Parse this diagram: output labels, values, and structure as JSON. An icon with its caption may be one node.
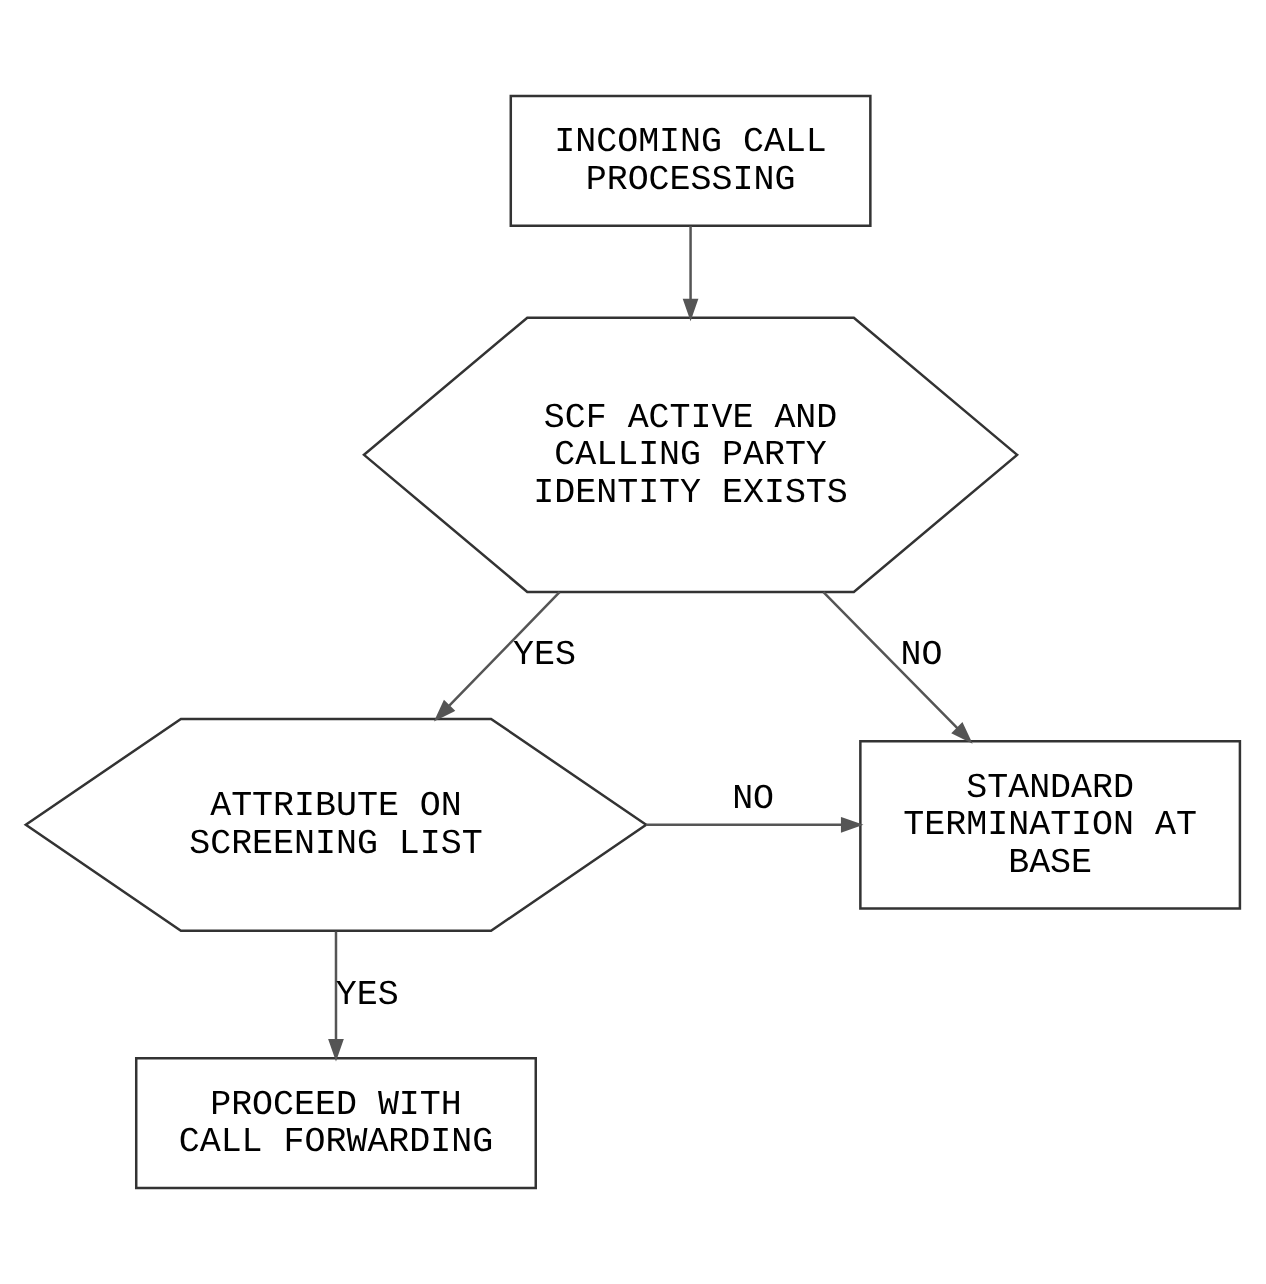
{
  "diagram": {
    "nodes": [
      {
        "text": [
          "INCOMING CALL PROCESSING"
        ]
      },
      {
        "text": [
          "SCF ACTIVE AND CALLING PARTY IDENTITY EXISTS"
        ]
      },
      {
        "text": [
          "ATTRIBUTE ON SCREENING LIST"
        ]
      },
      {
        "text": [
          "STANDARD TERMINATION AT BASE"
        ]
      },
      {
        "text": [
          "PROCEED WITH CALL FORWARDING"
        ]
      }
    ],
    "edges": [
      {
        "from": 0,
        "to": 1,
        "arrow": "to"
      },
      {
        "from": 1,
        "to": 3,
        "arrow": "to",
        "label": "NO"
      },
      {
        "from": 1,
        "to": 2,
        "arrow": "to",
        "label": "YES"
      },
      {
        "from": 2,
        "to": 3,
        "arrow": "to",
        "label": "NO"
      },
      {
        "from": 2,
        "to": 4,
        "arrow": "to",
        "label": "YES"
      }
    ]
  }
}
